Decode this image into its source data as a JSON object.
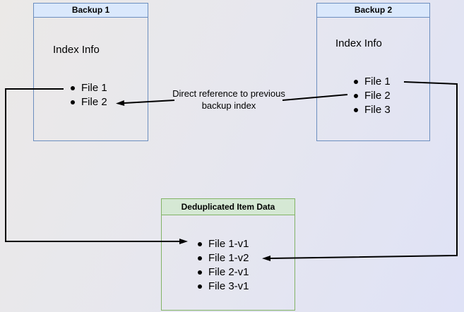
{
  "diagram": {
    "background": {
      "gradient_from": "#ebe9e7",
      "gradient_to": "#dfe2f6"
    },
    "boxes": {
      "backup1": {
        "title": "Backup 1",
        "subtitle": "Index Info",
        "files": [
          "File 1",
          "File 2"
        ],
        "header_fill": "#dae8fc",
        "border_color": "#6c8ebf"
      },
      "backup2": {
        "title": "Backup 2",
        "subtitle": "Index Info",
        "files": [
          "File 1",
          "File 2",
          "File 3"
        ],
        "header_fill": "#dae8fc",
        "border_color": "#6c8ebf"
      },
      "dedup": {
        "title": "Deduplicated Item Data",
        "files": [
          "File 1-v1",
          "File 1-v2",
          "File 2-v1",
          "File 3-v1"
        ],
        "header_fill": "#d5e8d4",
        "border_color": "#82b366"
      }
    },
    "annotation": {
      "text": "Direct reference to previous backup index"
    },
    "arrows": {
      "color": "#000000",
      "connections": [
        {
          "from": "Backup 1 / File 1",
          "to": "Deduplicated Item Data / File 1-v1"
        },
        {
          "from": "Backup 2 / File 2",
          "to": "Backup 1 / File 2",
          "label": "Direct reference to previous backup index"
        },
        {
          "from": "Backup 2 / File 1",
          "to": "Deduplicated Item Data / File 1-v2"
        }
      ]
    }
  }
}
